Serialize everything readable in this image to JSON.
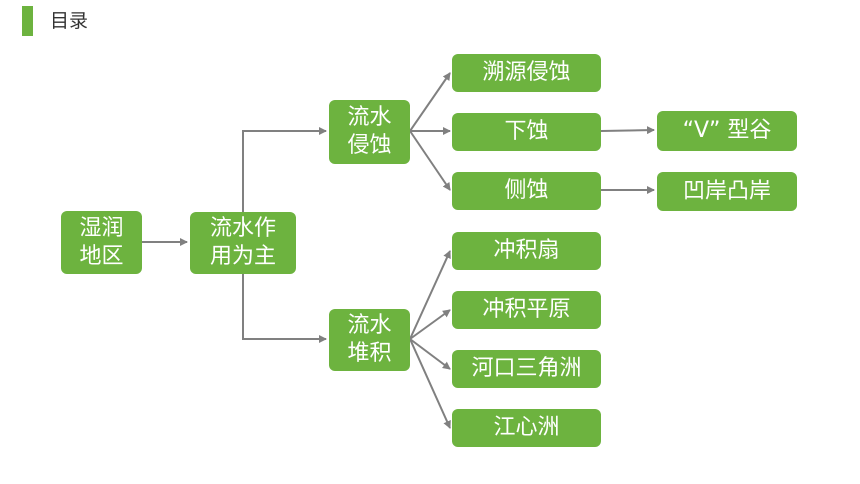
{
  "header": {
    "title": "目录"
  },
  "nodes": {
    "wetland": "湿润\n地区",
    "flow_main": "流水作\n用为主",
    "erosion": "流水\n侵蚀",
    "deposition": "流水\n堆积",
    "headward": "溯源侵蚀",
    "downcut": "下蚀",
    "lateral": "侧蚀",
    "v_valley": "“V” 型谷",
    "banks": "凹岸凸岸",
    "fan": "冲积扇",
    "plain": "冲积平原",
    "delta": "河口三角洲",
    "islet": "江心洲"
  },
  "colors": {
    "node_fill": "#6db33f",
    "connector": "#808080"
  }
}
